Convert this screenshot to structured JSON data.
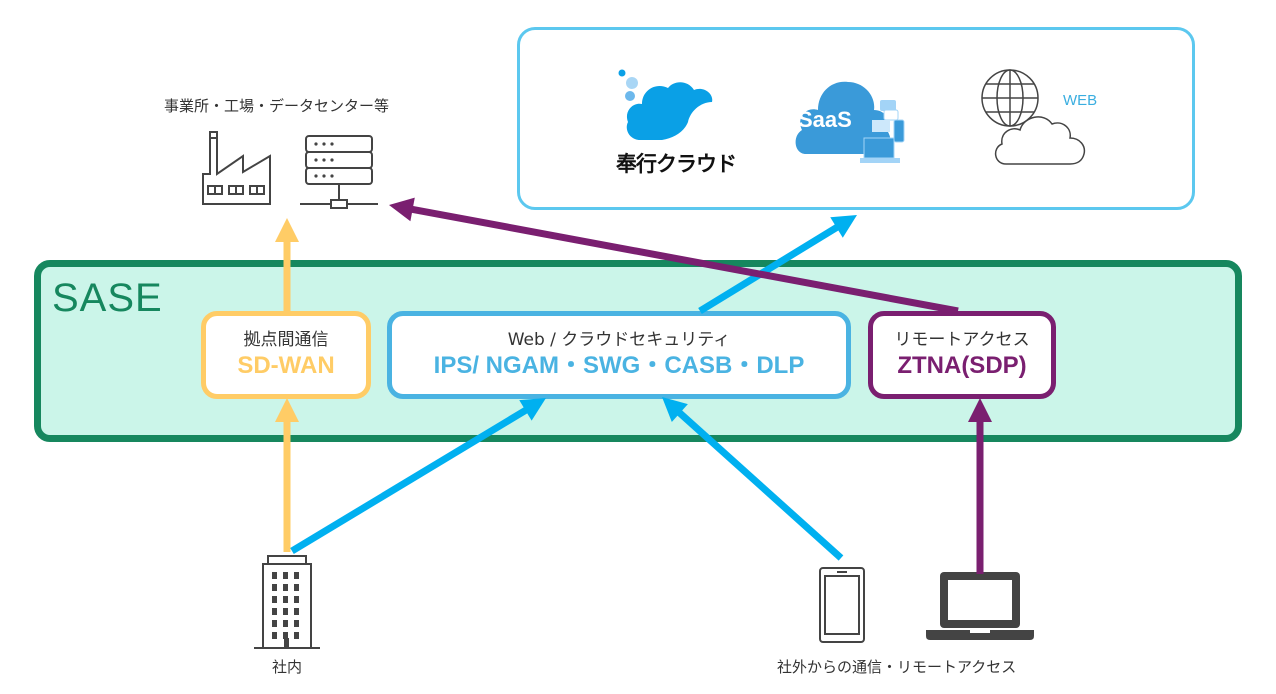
{
  "top_left": {
    "title": "事業所・工場・データセンター等",
    "icons": [
      "factory-icon",
      "server-icon"
    ]
  },
  "cloud_services": {
    "items": [
      {
        "name": "bugyo-cloud",
        "label": "奉行クラウド",
        "icon": "cloud-icon",
        "color": "#0aa0e6"
      },
      {
        "name": "saas",
        "label": "SaaS",
        "icon": "saas-cloud-icon",
        "color": "#3a9ad9"
      },
      {
        "name": "web",
        "label": "WEB",
        "icon": "globe-cloud-icon",
        "color": "#3aaee0"
      }
    ]
  },
  "sase": {
    "title": "SASE",
    "color": "#16875e",
    "services": [
      {
        "id": "sdwan",
        "subtitle": "拠点間通信",
        "main": "SD-WAN",
        "color": "#ffcc66"
      },
      {
        "id": "web",
        "subtitle": "Web / クラウドセキュリティ",
        "main": "IPS/ NGAM・SWG・CASB・DLP",
        "color": "#4ab3e2"
      },
      {
        "id": "ztna",
        "subtitle": "リモートアクセス",
        "main": "ZTNA(SDP)",
        "color": "#7a1f70"
      }
    ]
  },
  "bottom": {
    "office_label": "社内",
    "remote_label": "社外からの通信・リモートアクセス",
    "icons": [
      "building-icon",
      "smartphone-icon",
      "laptop-icon"
    ]
  },
  "colors": {
    "sdwan_arrow": "#ffcc66",
    "web_arrow": "#00b0f0",
    "ztna_arrow": "#7a1f70"
  }
}
